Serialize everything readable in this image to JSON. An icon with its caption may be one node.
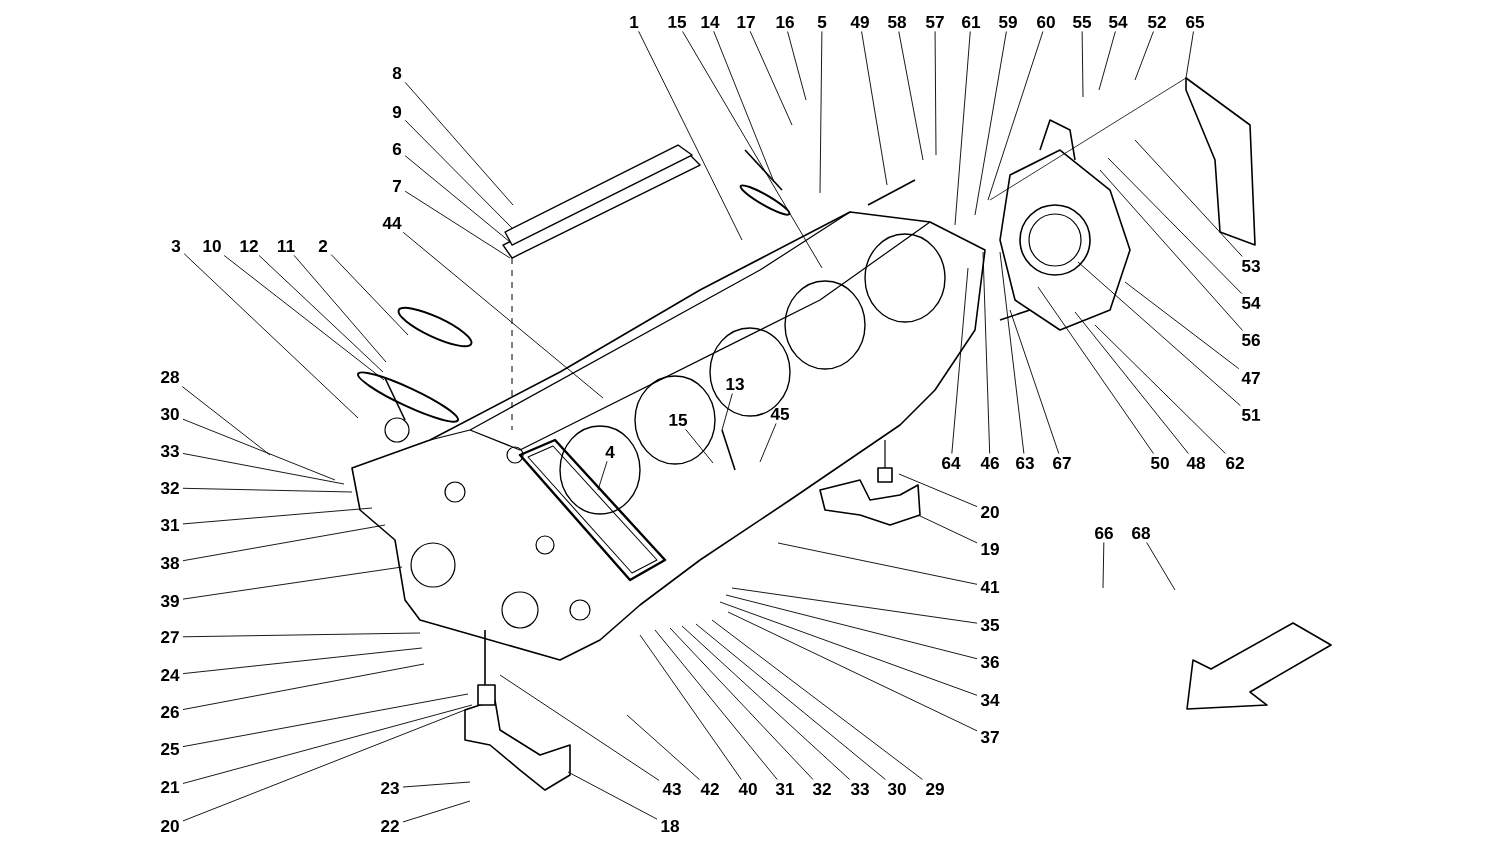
{
  "diagram": {
    "nodes": [
      {
        "text": [
          "1"
        ]
      },
      {
        "text": [
          "15"
        ]
      },
      {
        "text": [
          "14"
        ]
      },
      {
        "text": [
          "17"
        ]
      },
      {
        "text": [
          "16"
        ]
      },
      {
        "text": [
          "5"
        ]
      },
      {
        "text": [
          "49"
        ]
      },
      {
        "text": [
          "58"
        ]
      },
      {
        "text": [
          "57"
        ]
      },
      {
        "text": [
          "61"
        ]
      },
      {
        "text": [
          "59"
        ]
      },
      {
        "text": [
          "60"
        ]
      },
      {
        "text": [
          "55"
        ]
      },
      {
        "text": [
          "54"
        ]
      },
      {
        "text": [
          "52"
        ]
      },
      {
        "text": [
          "65"
        ]
      },
      {
        "text": [
          "8"
        ]
      },
      {
        "text": [
          "9"
        ]
      },
      {
        "text": [
          "6"
        ]
      },
      {
        "text": [
          "7"
        ]
      },
      {
        "text": [
          "44"
        ]
      },
      {
        "text": [
          "3"
        ]
      },
      {
        "text": [
          "10"
        ]
      },
      {
        "text": [
          "12"
        ]
      },
      {
        "text": [
          "11"
        ]
      },
      {
        "text": [
          "2"
        ]
      },
      {
        "text": [
          "53"
        ]
      },
      {
        "text": [
          "54"
        ]
      },
      {
        "text": [
          "56"
        ]
      },
      {
        "text": [
          "47"
        ]
      },
      {
        "text": [
          "13"
        ]
      },
      {
        "text": [
          "28"
        ]
      },
      {
        "text": [
          "51"
        ]
      },
      {
        "text": [
          "45"
        ]
      },
      {
        "text": [
          "30"
        ]
      },
      {
        "text": [
          "15"
        ]
      },
      {
        "text": [
          "33"
        ]
      },
      {
        "text": [
          "4"
        ]
      },
      {
        "text": [
          "64"
        ]
      },
      {
        "text": [
          "46"
        ]
      },
      {
        "text": [
          "63"
        ]
      },
      {
        "text": [
          "67"
        ]
      },
      {
        "text": [
          "50"
        ]
      },
      {
        "text": [
          "48"
        ]
      },
      {
        "text": [
          "62"
        ]
      },
      {
        "text": [
          "32"
        ]
      },
      {
        "text": [
          "20"
        ]
      },
      {
        "text": [
          "31"
        ]
      },
      {
        "text": [
          "66"
        ]
      },
      {
        "text": [
          "68"
        ]
      },
      {
        "text": [
          "19"
        ]
      },
      {
        "text": [
          "38"
        ]
      },
      {
        "text": [
          "41"
        ]
      },
      {
        "text": [
          "39"
        ]
      },
      {
        "text": [
          "35"
        ]
      },
      {
        "text": [
          "27"
        ]
      },
      {
        "text": [
          "36"
        ]
      },
      {
        "text": [
          "24"
        ]
      },
      {
        "text": [
          "34"
        ]
      },
      {
        "text": [
          "26"
        ]
      },
      {
        "text": [
          "37"
        ]
      },
      {
        "text": [
          "25"
        ]
      },
      {
        "text": [
          "21"
        ]
      },
      {
        "text": [
          "23"
        ]
      },
      {
        "text": [
          "43"
        ]
      },
      {
        "text": [
          "42"
        ]
      },
      {
        "text": [
          "40"
        ]
      },
      {
        "text": [
          "31"
        ]
      },
      {
        "text": [
          "32"
        ]
      },
      {
        "text": [
          "33"
        ]
      },
      {
        "text": [
          "30"
        ]
      },
      {
        "text": [
          "29"
        ]
      },
      {
        "text": [
          "20"
        ]
      },
      {
        "text": [
          "22"
        ]
      },
      {
        "text": [
          "18"
        ]
      }
    ],
    "edges": [
      {
        "from": 0,
        "to": null,
        "arrow": "none"
      },
      {
        "from": 1,
        "to": null,
        "arrow": "none"
      },
      {
        "from": 2,
        "to": null,
        "arrow": "none"
      },
      {
        "from": 3,
        "to": null,
        "arrow": "none"
      },
      {
        "from": 4,
        "to": null,
        "arrow": "none"
      },
      {
        "from": 5,
        "to": null,
        "arrow": "none"
      },
      {
        "from": 6,
        "to": null,
        "arrow": "none"
      },
      {
        "from": 7,
        "to": null,
        "arrow": "none"
      },
      {
        "from": 8,
        "to": null,
        "arrow": "none"
      },
      {
        "from": 9,
        "to": null,
        "arrow": "none"
      },
      {
        "from": 10,
        "to": null,
        "arrow": "none"
      },
      {
        "from": 11,
        "to": null,
        "arrow": "none"
      },
      {
        "from": 12,
        "to": null,
        "arrow": "none"
      },
      {
        "from": 13,
        "to": null,
        "arrow": "none"
      },
      {
        "from": 14,
        "to": null,
        "arrow": "none"
      },
      {
        "from": 15,
        "to": null,
        "arrow": "none"
      },
      {
        "from": 16,
        "to": null,
        "arrow": "none"
      },
      {
        "from": 17,
        "to": null,
        "arrow": "none"
      },
      {
        "from": 18,
        "to": null,
        "arrow": "none"
      },
      {
        "from": 19,
        "to": null,
        "arrow": "none"
      },
      {
        "from": 20,
        "to": null,
        "arrow": "none"
      },
      {
        "from": 21,
        "to": null,
        "arrow": "none"
      },
      {
        "from": 22,
        "to": null,
        "arrow": "none"
      },
      {
        "from": 23,
        "to": null,
        "arrow": "none"
      },
      {
        "from": 24,
        "to": null,
        "arrow": "none"
      },
      {
        "from": 25,
        "to": null,
        "arrow": "none"
      },
      {
        "from": 26,
        "to": null,
        "arrow": "none"
      },
      {
        "from": 27,
        "to": null,
        "arrow": "none"
      },
      {
        "from": 28,
        "to": null,
        "arrow": "none"
      },
      {
        "from": 29,
        "to": null,
        "arrow": "none"
      },
      {
        "from": 30,
        "to": null,
        "arrow": "none"
      },
      {
        "from": 31,
        "to": null,
        "arrow": "none"
      },
      {
        "from": 32,
        "to": null,
        "arrow": "none"
      },
      {
        "from": 33,
        "to": null,
        "arrow": "none"
      },
      {
        "from": 34,
        "to": null,
        "arrow": "none"
      },
      {
        "from": 35,
        "to": null,
        "arrow": "none"
      },
      {
        "from": 36,
        "to": null,
        "arrow": "none"
      },
      {
        "from": 37,
        "to": null,
        "arrow": "none"
      },
      {
        "from": 38,
        "to": null,
        "arrow": "none"
      },
      {
        "from": 39,
        "to": null,
        "arrow": "none"
      },
      {
        "from": 40,
        "to": null,
        "arrow": "none"
      },
      {
        "from": 41,
        "to": null,
        "arrow": "none"
      },
      {
        "from": 42,
        "to": null,
        "arrow": "none"
      },
      {
        "from": 43,
        "to": null,
        "arrow": "none"
      },
      {
        "from": 44,
        "to": null,
        "arrow": "none"
      },
      {
        "from": 45,
        "to": null,
        "arrow": "none"
      },
      {
        "from": 46,
        "to": null,
        "arrow": "none"
      },
      {
        "from": 47,
        "to": null,
        "arrow": "none"
      },
      {
        "from": 48,
        "to": null,
        "arrow": "none"
      },
      {
        "from": 49,
        "to": null,
        "arrow": "none"
      },
      {
        "from": 50,
        "to": null,
        "arrow": "none"
      },
      {
        "from": 51,
        "to": null,
        "arrow": "none"
      },
      {
        "from": 52,
        "to": null,
        "arrow": "none"
      },
      {
        "from": 53,
        "to": null,
        "arrow": "none"
      },
      {
        "from": 54,
        "to": null,
        "arrow": "none"
      },
      {
        "from": 55,
        "to": null,
        "arrow": "none"
      },
      {
        "from": 56,
        "to": null,
        "arrow": "none"
      },
      {
        "from": 57,
        "to": null,
        "arrow": "none"
      },
      {
        "from": 58,
        "to": null,
        "arrow": "none"
      },
      {
        "from": 59,
        "to": null,
        "arrow": "none"
      },
      {
        "from": 60,
        "to": null,
        "arrow": "none"
      },
      {
        "from": 61,
        "to": null,
        "arrow": "none"
      },
      {
        "from": 62,
        "to": null,
        "arrow": "none"
      },
      {
        "from": 63,
        "to": null,
        "arrow": "none"
      },
      {
        "from": 64,
        "to": null,
        "arrow": "none"
      },
      {
        "from": 65,
        "to": null,
        "arrow": "none"
      },
      {
        "from": 66,
        "to": null,
        "arrow": "none"
      },
      {
        "from": 67,
        "to": null,
        "arrow": "none"
      },
      {
        "from": 68,
        "to": null,
        "arrow": "none"
      },
      {
        "from": 69,
        "to": null,
        "arrow": "none"
      },
      {
        "from": 70,
        "to": null,
        "arrow": "none"
      },
      {
        "from": 71,
        "to": null,
        "arrow": "none"
      },
      {
        "from": 72,
        "to": null,
        "arrow": "none"
      },
      {
        "from": 73,
        "to": null,
        "arrow": "none"
      },
      {
        "from": 74,
        "to": null,
        "arrow": "none"
      }
    ]
  }
}
